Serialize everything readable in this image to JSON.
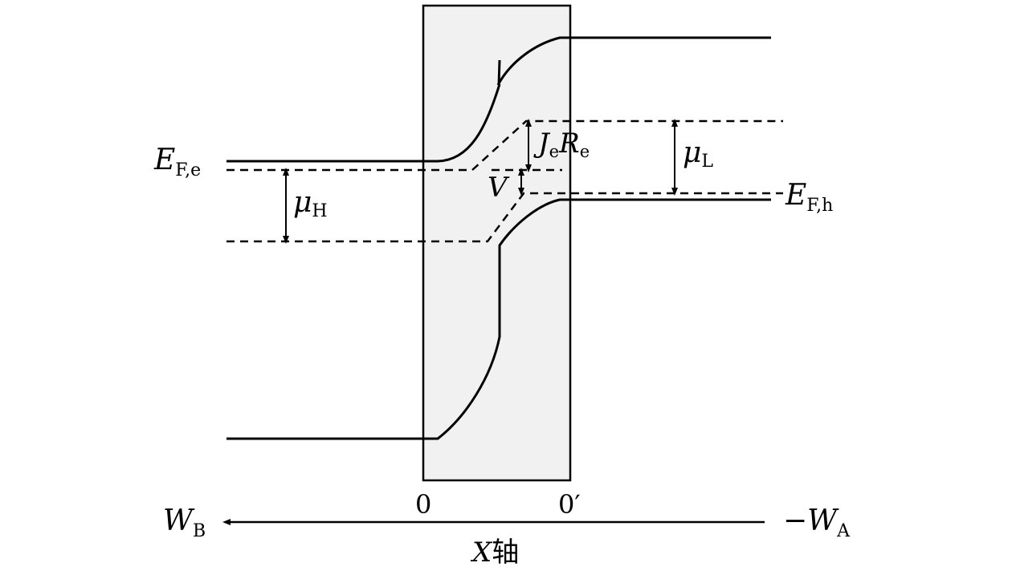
{
  "labels": {
    "ef_e_main": "E",
    "ef_e_sub": "F,e",
    "ef_h_main": "E",
    "ef_h_sub": "F,h",
    "mu_h_main": "μ",
    "mu_h_sub": "H",
    "mu_l_main": "μ",
    "mu_l_sub": "L",
    "je_main": "J",
    "je_sub": "e",
    "re_main": "R",
    "re_sub": "e",
    "v": "V",
    "zero": "0",
    "zero_prime": "0′",
    "wb_main": "W",
    "wb_sub": "B",
    "wa_main": "−W",
    "wa_sub": "A",
    "axis_x": "X",
    "axis_suffix": "轴"
  },
  "colors": {
    "line": "#000000",
    "region_fill": "#f1f1f1"
  }
}
